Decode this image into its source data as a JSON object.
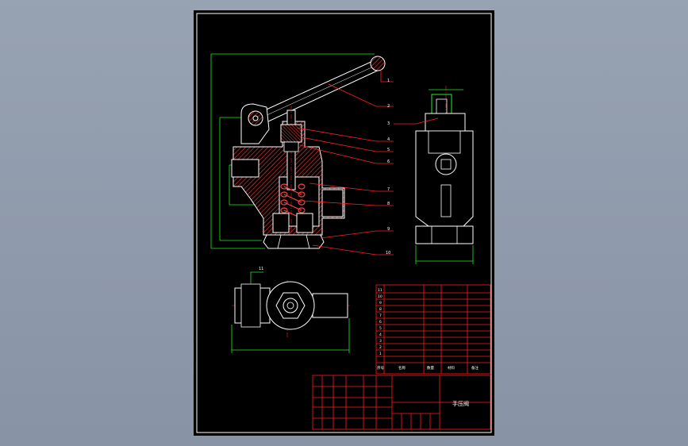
{
  "drawing": {
    "title_block_name": "手压阀",
    "balloons": [
      "1",
      "2",
      "3",
      "4",
      "5",
      "6",
      "7",
      "8",
      "9",
      "10"
    ],
    "top_view_balloon": "11",
    "side_view_balloon": "3",
    "dims": {
      "total_width_main": "",
      "height_main": "",
      "dim_a": "",
      "dim_b": "",
      "side_top": "",
      "side_bottom": "",
      "plan_bottom": ""
    },
    "parts_table": {
      "row_numbers": [
        "11",
        "10",
        "9",
        "8",
        "7",
        "6",
        "5",
        "4",
        "3",
        "2",
        "1"
      ],
      "header": [
        "序号",
        "名称",
        "数量",
        "材料",
        "备注"
      ]
    }
  },
  "colors": {
    "background": "#000000",
    "border": "#ffffff",
    "outline": "#ffffff",
    "hatch": "#ff3b3b",
    "leader": "#ff2020",
    "dimension": "#22ee22",
    "centerline": "#ff2020",
    "table": "#ff1a1a",
    "label": "#ffffff"
  }
}
